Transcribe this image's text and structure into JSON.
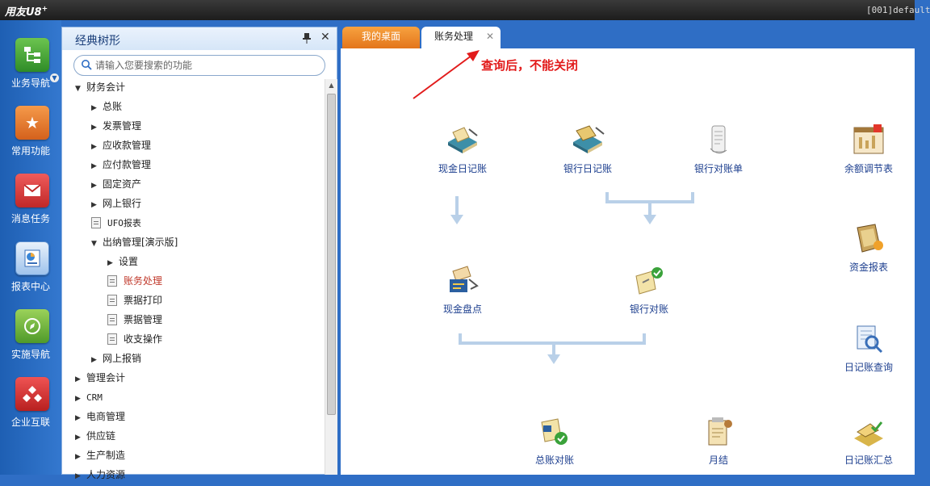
{
  "titlebar": {
    "logo": "用友U8",
    "logo_sup": "+",
    "window_info": "[001]default"
  },
  "leftnav": [
    {
      "label": "业务导航",
      "icon": "tree-nav-icon",
      "color": "#3aa236"
    },
    {
      "label": "常用功能",
      "icon": "star-icon",
      "color": "#e8782a"
    },
    {
      "label": "消息任务",
      "icon": "mail-icon",
      "color": "#d93a3a"
    },
    {
      "label": "报表中心",
      "icon": "report-icon",
      "color": "#3a86d6"
    },
    {
      "label": "实施导航",
      "icon": "compass-icon",
      "color": "#5ea83a"
    },
    {
      "label": "企业互联",
      "icon": "link-icon",
      "color": "#d63a3a"
    }
  ],
  "tree": {
    "title": "经典树形",
    "search_placeholder": "请输入您要搜索的功能",
    "items": [
      {
        "label": "财务会计",
        "level": 0,
        "state": "expanded"
      },
      {
        "label": "总账",
        "level": 1,
        "state": "collapsed"
      },
      {
        "label": "发票管理",
        "level": 1,
        "state": "collapsed"
      },
      {
        "label": "应收款管理",
        "level": 1,
        "state": "collapsed"
      },
      {
        "label": "应付款管理",
        "level": 1,
        "state": "collapsed"
      },
      {
        "label": "固定资产",
        "level": 1,
        "state": "collapsed"
      },
      {
        "label": "网上银行",
        "level": 1,
        "state": "collapsed"
      },
      {
        "label": "UFO报表",
        "level": 1,
        "state": "leaf"
      },
      {
        "label": "出纳管理[演示版]",
        "level": 1,
        "state": "expanded"
      },
      {
        "label": "设置",
        "level": 2,
        "state": "collapsed"
      },
      {
        "label": "账务处理",
        "level": 2,
        "state": "leaf",
        "active": true
      },
      {
        "label": "票据打印",
        "level": 2,
        "state": "leaf"
      },
      {
        "label": "票据管理",
        "level": 2,
        "state": "leaf"
      },
      {
        "label": "收支操作",
        "level": 2,
        "state": "leaf"
      },
      {
        "label": "网上报销",
        "level": 1,
        "state": "collapsed"
      },
      {
        "label": "管理会计",
        "level": 0,
        "state": "collapsed"
      },
      {
        "label": "CRM",
        "level": 0,
        "state": "collapsed"
      },
      {
        "label": "电商管理",
        "level": 0,
        "state": "collapsed"
      },
      {
        "label": "供应链",
        "level": 0,
        "state": "collapsed"
      },
      {
        "label": "生产制造",
        "level": 0,
        "state": "collapsed"
      },
      {
        "label": "人力资源",
        "level": 0,
        "state": "collapsed"
      }
    ]
  },
  "tabs": [
    {
      "label": "我的桌面"
    },
    {
      "label": "账务处理",
      "closable": true
    }
  ],
  "annotation": "查询后，不能关闭",
  "functions": [
    {
      "label": "现金日记账",
      "icon": "cash-journal-icon"
    },
    {
      "label": "银行日记账",
      "icon": "bank-journal-icon"
    },
    {
      "label": "银行对账单",
      "icon": "bank-statement-icon"
    },
    {
      "label": "余额调节表",
      "icon": "balance-adjust-icon"
    },
    {
      "label": "资金报表",
      "icon": "fund-report-icon"
    },
    {
      "label": "现金盘点",
      "icon": "cash-count-icon"
    },
    {
      "label": "银行对账",
      "icon": "bank-reconcile-icon"
    },
    {
      "label": "日记账查询",
      "icon": "journal-query-icon"
    },
    {
      "label": "总账对账",
      "icon": "ledger-reconcile-icon"
    },
    {
      "label": "月结",
      "icon": "month-end-icon"
    },
    {
      "label": "日记账汇总",
      "icon": "journal-summary-icon"
    }
  ]
}
